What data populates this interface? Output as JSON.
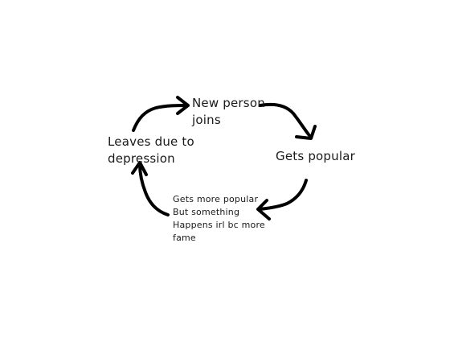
{
  "diagram": {
    "nodes": {
      "top": {
        "lines": [
          "New person",
          "joins"
        ]
      },
      "right": {
        "lines": [
          "Gets popular"
        ]
      },
      "bottom": {
        "lines": [
          "Gets more popular",
          "But something",
          "Happens irl bc more",
          "fame"
        ]
      },
      "left": {
        "lines": [
          "Leaves due to",
          "depression"
        ]
      }
    },
    "edges": [
      {
        "from": "left",
        "to": "top"
      },
      {
        "from": "top",
        "to": "right"
      },
      {
        "from": "right",
        "to": "bottom"
      },
      {
        "from": "bottom",
        "to": "left"
      }
    ],
    "colors": {
      "ink": "#000000",
      "background": "#ffffff"
    }
  }
}
